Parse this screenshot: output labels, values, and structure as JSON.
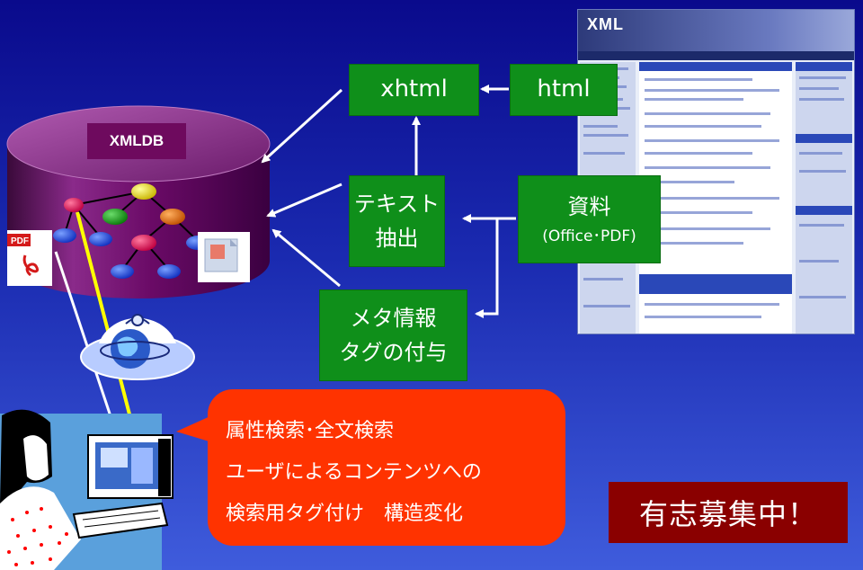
{
  "boxes": {
    "xhtml": "xhtml",
    "html": "html",
    "extract": [
      "テキスト",
      "抽出"
    ],
    "doc": [
      "資料",
      "(Office･PDF)"
    ],
    "meta": [
      "メタ情報",
      "タグの付与"
    ]
  },
  "database": {
    "label": "XMLDB"
  },
  "pdf_icon": {
    "label": "PDF"
  },
  "screenshot": {
    "logo": "XML"
  },
  "callout": {
    "lines": [
      "属性検索･全文検索",
      "ユーザによるコンテンツへの",
      "検索用タグ付け　構造変化"
    ]
  },
  "volunteer_label": "有志募集中！",
  "colors": {
    "background": "#0a0a8c",
    "box_green": "#0f8f1a",
    "database_purple": "#6e0a5e",
    "callout_red": "#ff3300",
    "volunteer_red": "#8a0000",
    "user_path_yellow": "#ffff00"
  }
}
